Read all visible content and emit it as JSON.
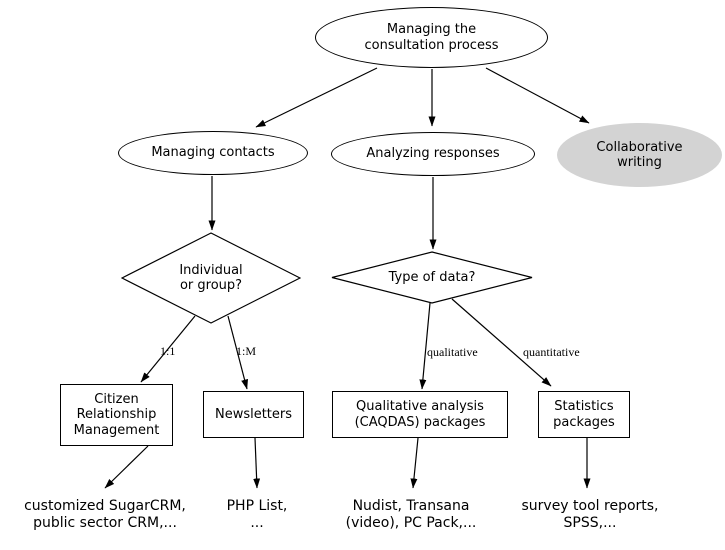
{
  "diagram": {
    "type": "flowchart",
    "colors": {
      "background": "#ffffff",
      "node_fill": "#ffffff",
      "highlight_node_fill": "#d3d3d3",
      "stroke": "#000000",
      "text": "#000000"
    },
    "nodes": {
      "root": {
        "label": "Managing the\nconsultation process",
        "shape": "ellipse"
      },
      "managing_contacts": {
        "label": "Managing contacts",
        "shape": "ellipse"
      },
      "analyzing_responses": {
        "label": "Analyzing responses",
        "shape": "ellipse"
      },
      "collaborative_writing": {
        "label": "Collaborative\nwriting",
        "shape": "ellipse",
        "fill": "#d3d3d3"
      },
      "individual_or_group": {
        "label": "Individual\nor group?",
        "shape": "diamond"
      },
      "type_of_data": {
        "label": "Type of data?",
        "shape": "diamond"
      },
      "crm": {
        "label": "Citizen\nRelationship\nManagement",
        "shape": "rect"
      },
      "newsletters": {
        "label": "Newsletters",
        "shape": "rect"
      },
      "caqdas": {
        "label": "Qualitative analysis\n(CAQDAS) packages",
        "shape": "rect"
      },
      "statistics": {
        "label": "Statistics\npackages",
        "shape": "rect"
      },
      "crm_examples": {
        "label": "customized SugarCRM,\npublic sector CRM,...",
        "shape": "plaintext"
      },
      "newsletter_examples": {
        "label": "PHP List,\n...",
        "shape": "plaintext"
      },
      "caqdas_examples": {
        "label": "Nudist, Transana\n(video), PC Pack,...",
        "shape": "plaintext"
      },
      "statistics_examples": {
        "label": "survey tool reports,\nSPSS,...",
        "shape": "plaintext"
      }
    },
    "edge_labels": {
      "one_to_one": "1:1",
      "one_to_many": "1:M",
      "qualitative": "qualitative",
      "quantitative": "quantitative"
    }
  }
}
